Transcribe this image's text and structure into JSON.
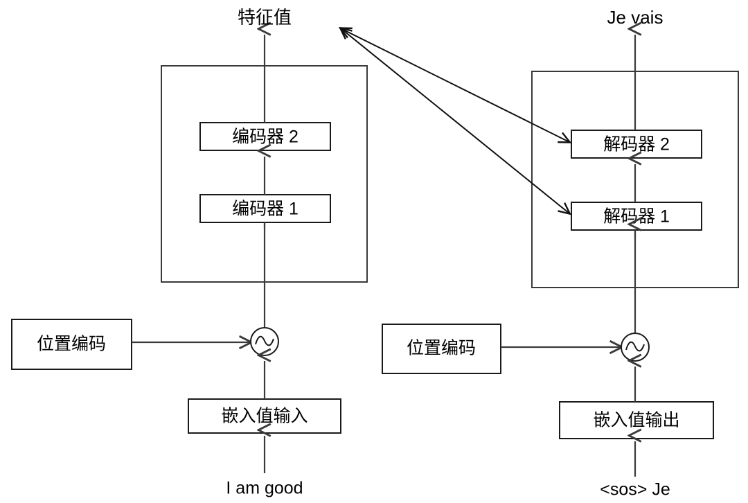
{
  "diagram": {
    "title": "Transformer Encoder-Decoder Architecture",
    "colors": {
      "stroke": "#1a1a1a",
      "container_stroke": "#3a3a3a",
      "fill": "#ffffff",
      "text": "#000000"
    },
    "encoder_side": {
      "output_label": "特征值",
      "stack_label": "encoder-stack",
      "blocks": [
        {
          "label": "编码器 2"
        },
        {
          "label": "编码器 1"
        }
      ],
      "positional_encoding_label": "位置编码",
      "embedding_label": "嵌入值输入",
      "input_text": "I am good",
      "sum_node_icon": "sine-wave-icon"
    },
    "decoder_side": {
      "output_label": "Je vais",
      "stack_label": "decoder-stack",
      "blocks": [
        {
          "label": "解码器 2"
        },
        {
          "label": "解码器 1"
        }
      ],
      "positional_encoding_label": "位置编码",
      "embedding_label": "嵌入值输出",
      "input_text": "<sos> Je",
      "sum_node_icon": "sine-wave-icon"
    },
    "cross_attention": {
      "name": "encoder-output-to-decoder-arrows",
      "count": 2
    }
  }
}
